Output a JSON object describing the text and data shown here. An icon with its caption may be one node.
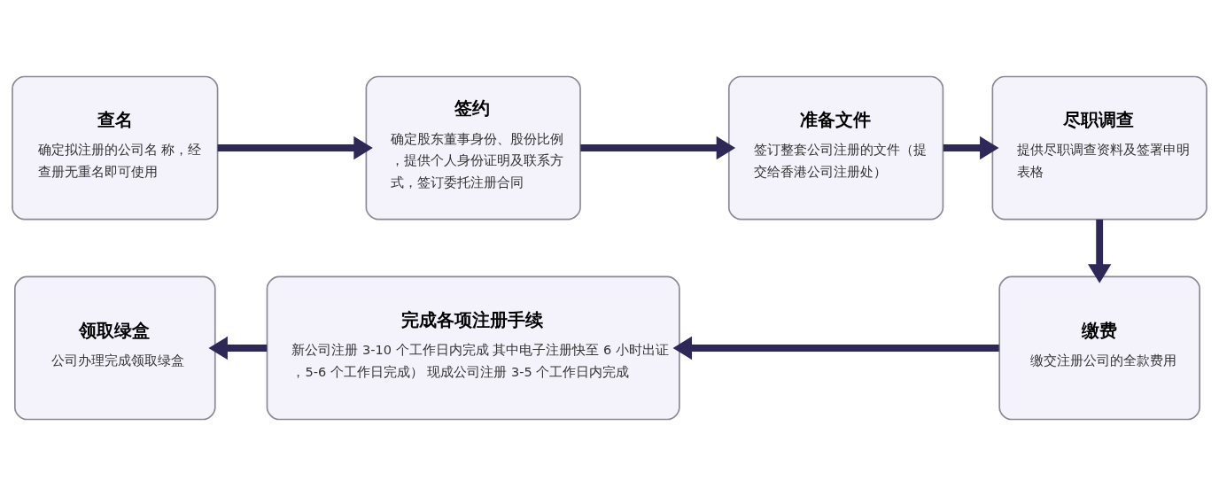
{
  "diagram": {
    "nodes": [
      {
        "text": [
          "查名",
          "确定拟注册的公司名 称，经查册无重名即可使用"
        ]
      },
      {
        "text": [
          "签约",
          "确定股东董事身份、股份比例，提供个人身份证明及联系方式，签订委托注册合同"
        ]
      },
      {
        "text": [
          "准备文件",
          "签订整套公司注册的文件（提交给香港公司注册处）"
        ]
      },
      {
        "text": [
          "尽职调查",
          "提供尽职调查资料及签署申明表格"
        ]
      },
      {
        "text": [
          "缴费",
          "缴交注册公司的全款费用"
        ]
      },
      {
        "text": [
          "完成各项注册手续",
          "新公司注册 3-10 个工作日内完成 其中电子注册快至 6 小时出证，5-6 个工作日完成） 现成公司注册 3-5 个工作日内完成"
        ]
      },
      {
        "text": [
          "领取绿盒",
          "公司办理完成领取绿盒"
        ]
      }
    ],
    "edges": [
      {
        "from": 0,
        "to": 1,
        "arrow": "to"
      },
      {
        "from": 1,
        "to": 2,
        "arrow": "to"
      },
      {
        "from": 2,
        "to": 3,
        "arrow": "to"
      },
      {
        "from": 3,
        "to": 4,
        "arrow": "to"
      },
      {
        "from": 4,
        "to": 5,
        "arrow": "to"
      },
      {
        "from": 5,
        "to": 6,
        "arrow": "to"
      }
    ]
  }
}
